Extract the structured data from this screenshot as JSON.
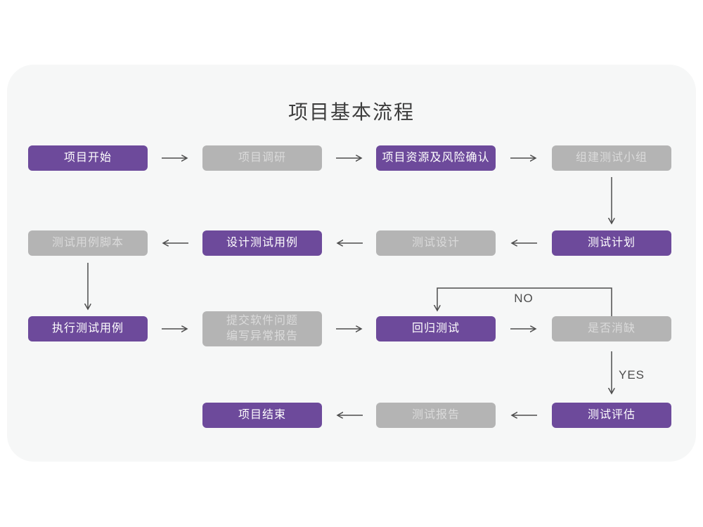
{
  "title": "项目基本流程",
  "branch_labels": {
    "no": "NO",
    "yes": "YES"
  },
  "colors": {
    "purple": "#6d4a9b",
    "gray": "#b4b4b4",
    "panelBg": "#f6f7f7",
    "pageBg": "#ffffff",
    "arrow": "#4d4d4d",
    "grayText": "#dadada",
    "titleColor": "#3d3d3d"
  },
  "nodes": [
    {
      "id": "project-start",
      "label": "项目开始",
      "variant": "purple"
    },
    {
      "id": "project-research",
      "label": "项目调研",
      "variant": "gray"
    },
    {
      "id": "resource-risk",
      "label": "项目资源及风险确认",
      "variant": "purple"
    },
    {
      "id": "build-test-team",
      "label": "组建测试小组",
      "variant": "gray"
    },
    {
      "id": "test-plan",
      "label": "测试计划",
      "variant": "purple"
    },
    {
      "id": "test-design",
      "label": "测试设计",
      "variant": "gray"
    },
    {
      "id": "design-test-case",
      "label": "设计测试用例",
      "variant": "purple"
    },
    {
      "id": "test-case-script",
      "label": "测试用例脚本",
      "variant": "gray"
    },
    {
      "id": "execute-test-case",
      "label": "执行测试用例",
      "variant": "purple"
    },
    {
      "id": "submit-issue-report",
      "label": "提交软件问题",
      "label2": "编写异常报告",
      "variant": "gray"
    },
    {
      "id": "regression-test",
      "label": "回归测试",
      "variant": "purple"
    },
    {
      "id": "defect-cleared",
      "label": "是否消缺",
      "variant": "gray"
    },
    {
      "id": "test-evaluation",
      "label": "测试评估",
      "variant": "purple"
    },
    {
      "id": "test-report",
      "label": "测试报告",
      "variant": "gray"
    },
    {
      "id": "project-end",
      "label": "项目结束",
      "variant": "purple"
    }
  ]
}
